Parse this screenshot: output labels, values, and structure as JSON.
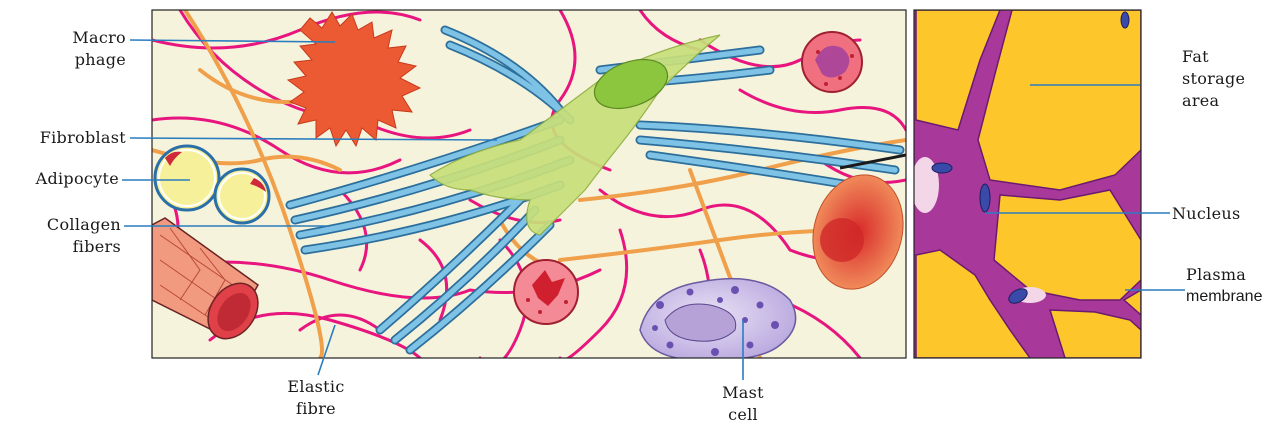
{
  "labels": {
    "macrophage": [
      "Macro",
      "phage"
    ],
    "fibroblast": "Fibroblast",
    "adipocyte": "Adipocyte",
    "collagen": [
      "Collagen",
      "fibers"
    ],
    "elastic": [
      "Elastic",
      "fibre"
    ],
    "mast": [
      "Mast",
      "cell"
    ],
    "fat_storage": [
      "Fat",
      "storage",
      "area"
    ],
    "nucleus": "Nucleus",
    "plasma": [
      "Plasma",
      "membrane"
    ]
  },
  "colors": {
    "matrix": "#f6f3dc",
    "fat": "#fdc72c",
    "membrane": "#a8399a",
    "elastic_fibre": "#f0a04a",
    "reticular": "#e8157f",
    "collagen": "#5aa5d2",
    "fibroblast": "#bfd96a",
    "macrophage": "#ec5a34",
    "leader": "#2a7dbf"
  }
}
